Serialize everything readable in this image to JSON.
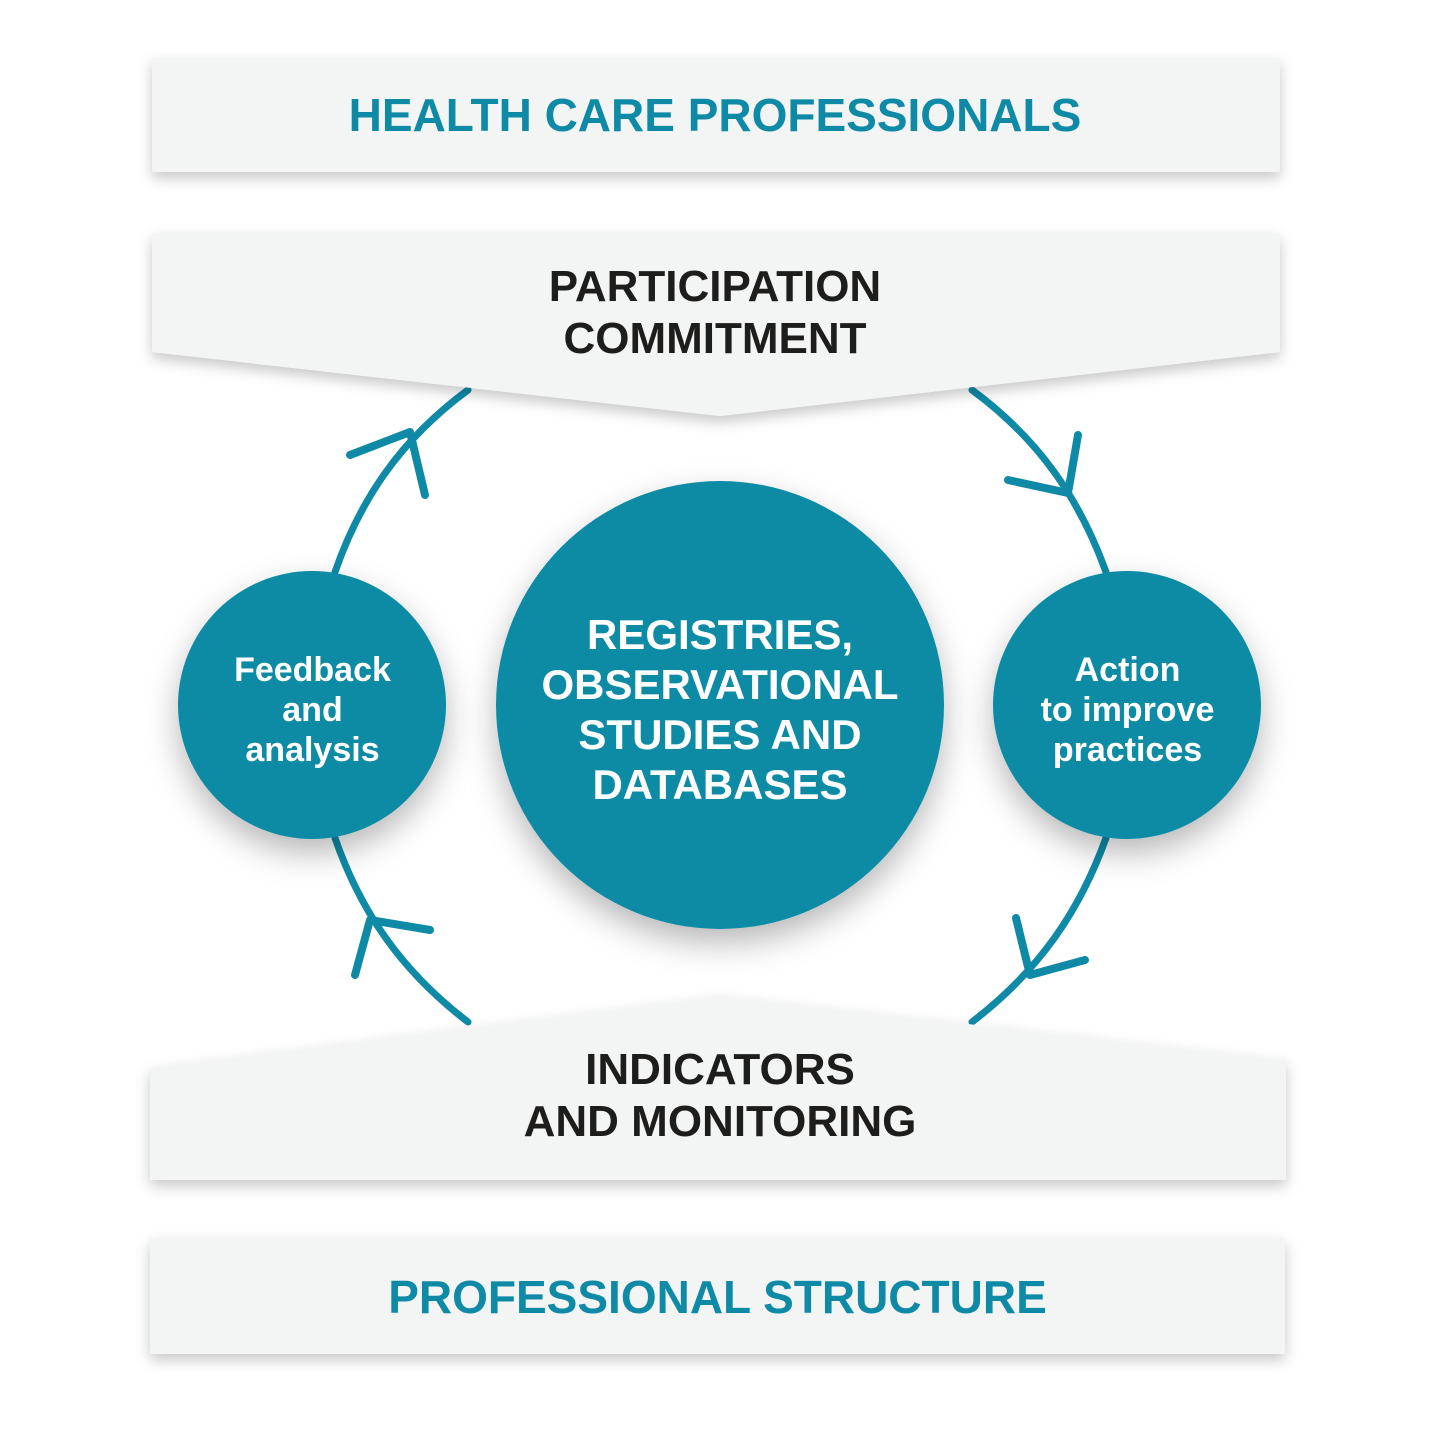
{
  "boxes": {
    "top": "HEALTH CARE PROFESSIONALS",
    "participation": [
      "PARTICIPATION",
      "COMMITMENT"
    ],
    "indicators": [
      "INDICATORS",
      "AND MONITORING"
    ],
    "bottom": "PROFESSIONAL STRUCTURE"
  },
  "circles": {
    "center": [
      "REGISTRIES,",
      "OBSERVATIONAL",
      "STUDIES AND",
      "DATABASES"
    ],
    "left": [
      "Feedback",
      "and",
      "analysis"
    ],
    "right": [
      "Action",
      "to improve",
      "practices"
    ]
  },
  "colors": {
    "teal": "#0f8aa6",
    "circle_fill": "#0e8ba5",
    "box_fill": "#f3f5f4",
    "dark_text": "#1d1d1b"
  }
}
